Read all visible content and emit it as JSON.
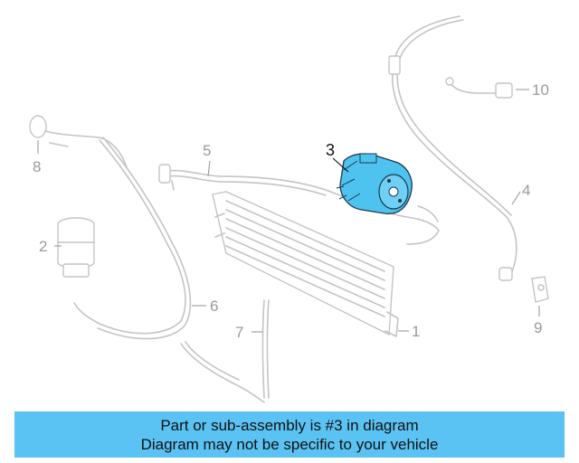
{
  "callouts": {
    "c1": "1",
    "c2": "2",
    "c3": "3",
    "c4": "4",
    "c5": "5",
    "c6": "6",
    "c7": "7",
    "c8": "8",
    "c9": "9",
    "c10": "10"
  },
  "highlight_color": "#4fc3f0",
  "banner": {
    "line1": "Part or sub-assembly is #3 in diagram",
    "line2": "Diagram may not be specific to your vehicle",
    "color": "#5bc3f3"
  }
}
